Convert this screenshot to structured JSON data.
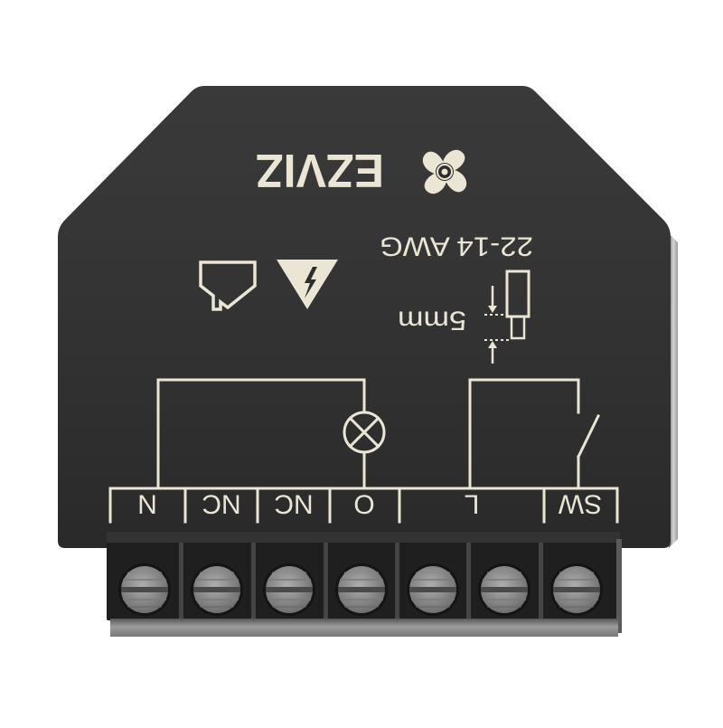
{
  "logo": {
    "wordmark": "EZVIZ",
    "icon": "fan-logo-icon"
  },
  "wire_gauge": "22-14 AWG",
  "strip_length": "5mm",
  "markings": {
    "indoor_symbol": "indoor-use-icon",
    "warning_symbol": "high-voltage-warning-icon",
    "strip_gauge_icon": "wire-strip-gauge-icon"
  },
  "wiring_diagram": {
    "load_icon": "lamp-symbol-icon",
    "switch_icon": "switch-symbol-icon"
  },
  "terminals": {
    "labels": [
      "N",
      "NC",
      "NC",
      "O",
      "L",
      "SW"
    ],
    "screw_icon": "terminal-screw-icon"
  },
  "colors": {
    "background": "#ffffff",
    "body": "#2d2d2d",
    "print": "#ebe5d4",
    "terminal_block": "#1f1f1f"
  }
}
